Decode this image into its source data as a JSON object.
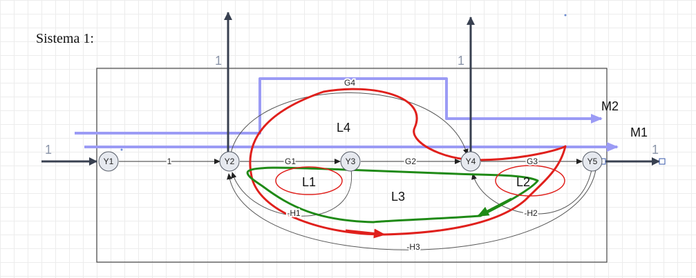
{
  "title": "Sistema 1:",
  "nodes": [
    "Y1",
    "Y2",
    "Y3",
    "Y4",
    "Y5"
  ],
  "edges": {
    "y1_y2": "1",
    "y2_y3": "G1",
    "y3_y4": "G2",
    "y4_y5": "G3",
    "y2_y4": "G4",
    "y3_y2": "-H1",
    "y5_y4": "-H2",
    "y5_y2": "-H3"
  },
  "loops": [
    "L1",
    "L2",
    "L3",
    "L4"
  ],
  "paths": [
    "M1",
    "M2"
  ],
  "outputs": {
    "input": "1",
    "y2_out": "1",
    "y4_out": "1",
    "y5_out": "1"
  },
  "colors": {
    "path_highlight": "#9b9bf5",
    "loop_red": "#e0201c",
    "loop_green": "#1f8a16",
    "arrow_dark": "#384050",
    "node_fill": "#e6e9ef"
  }
}
